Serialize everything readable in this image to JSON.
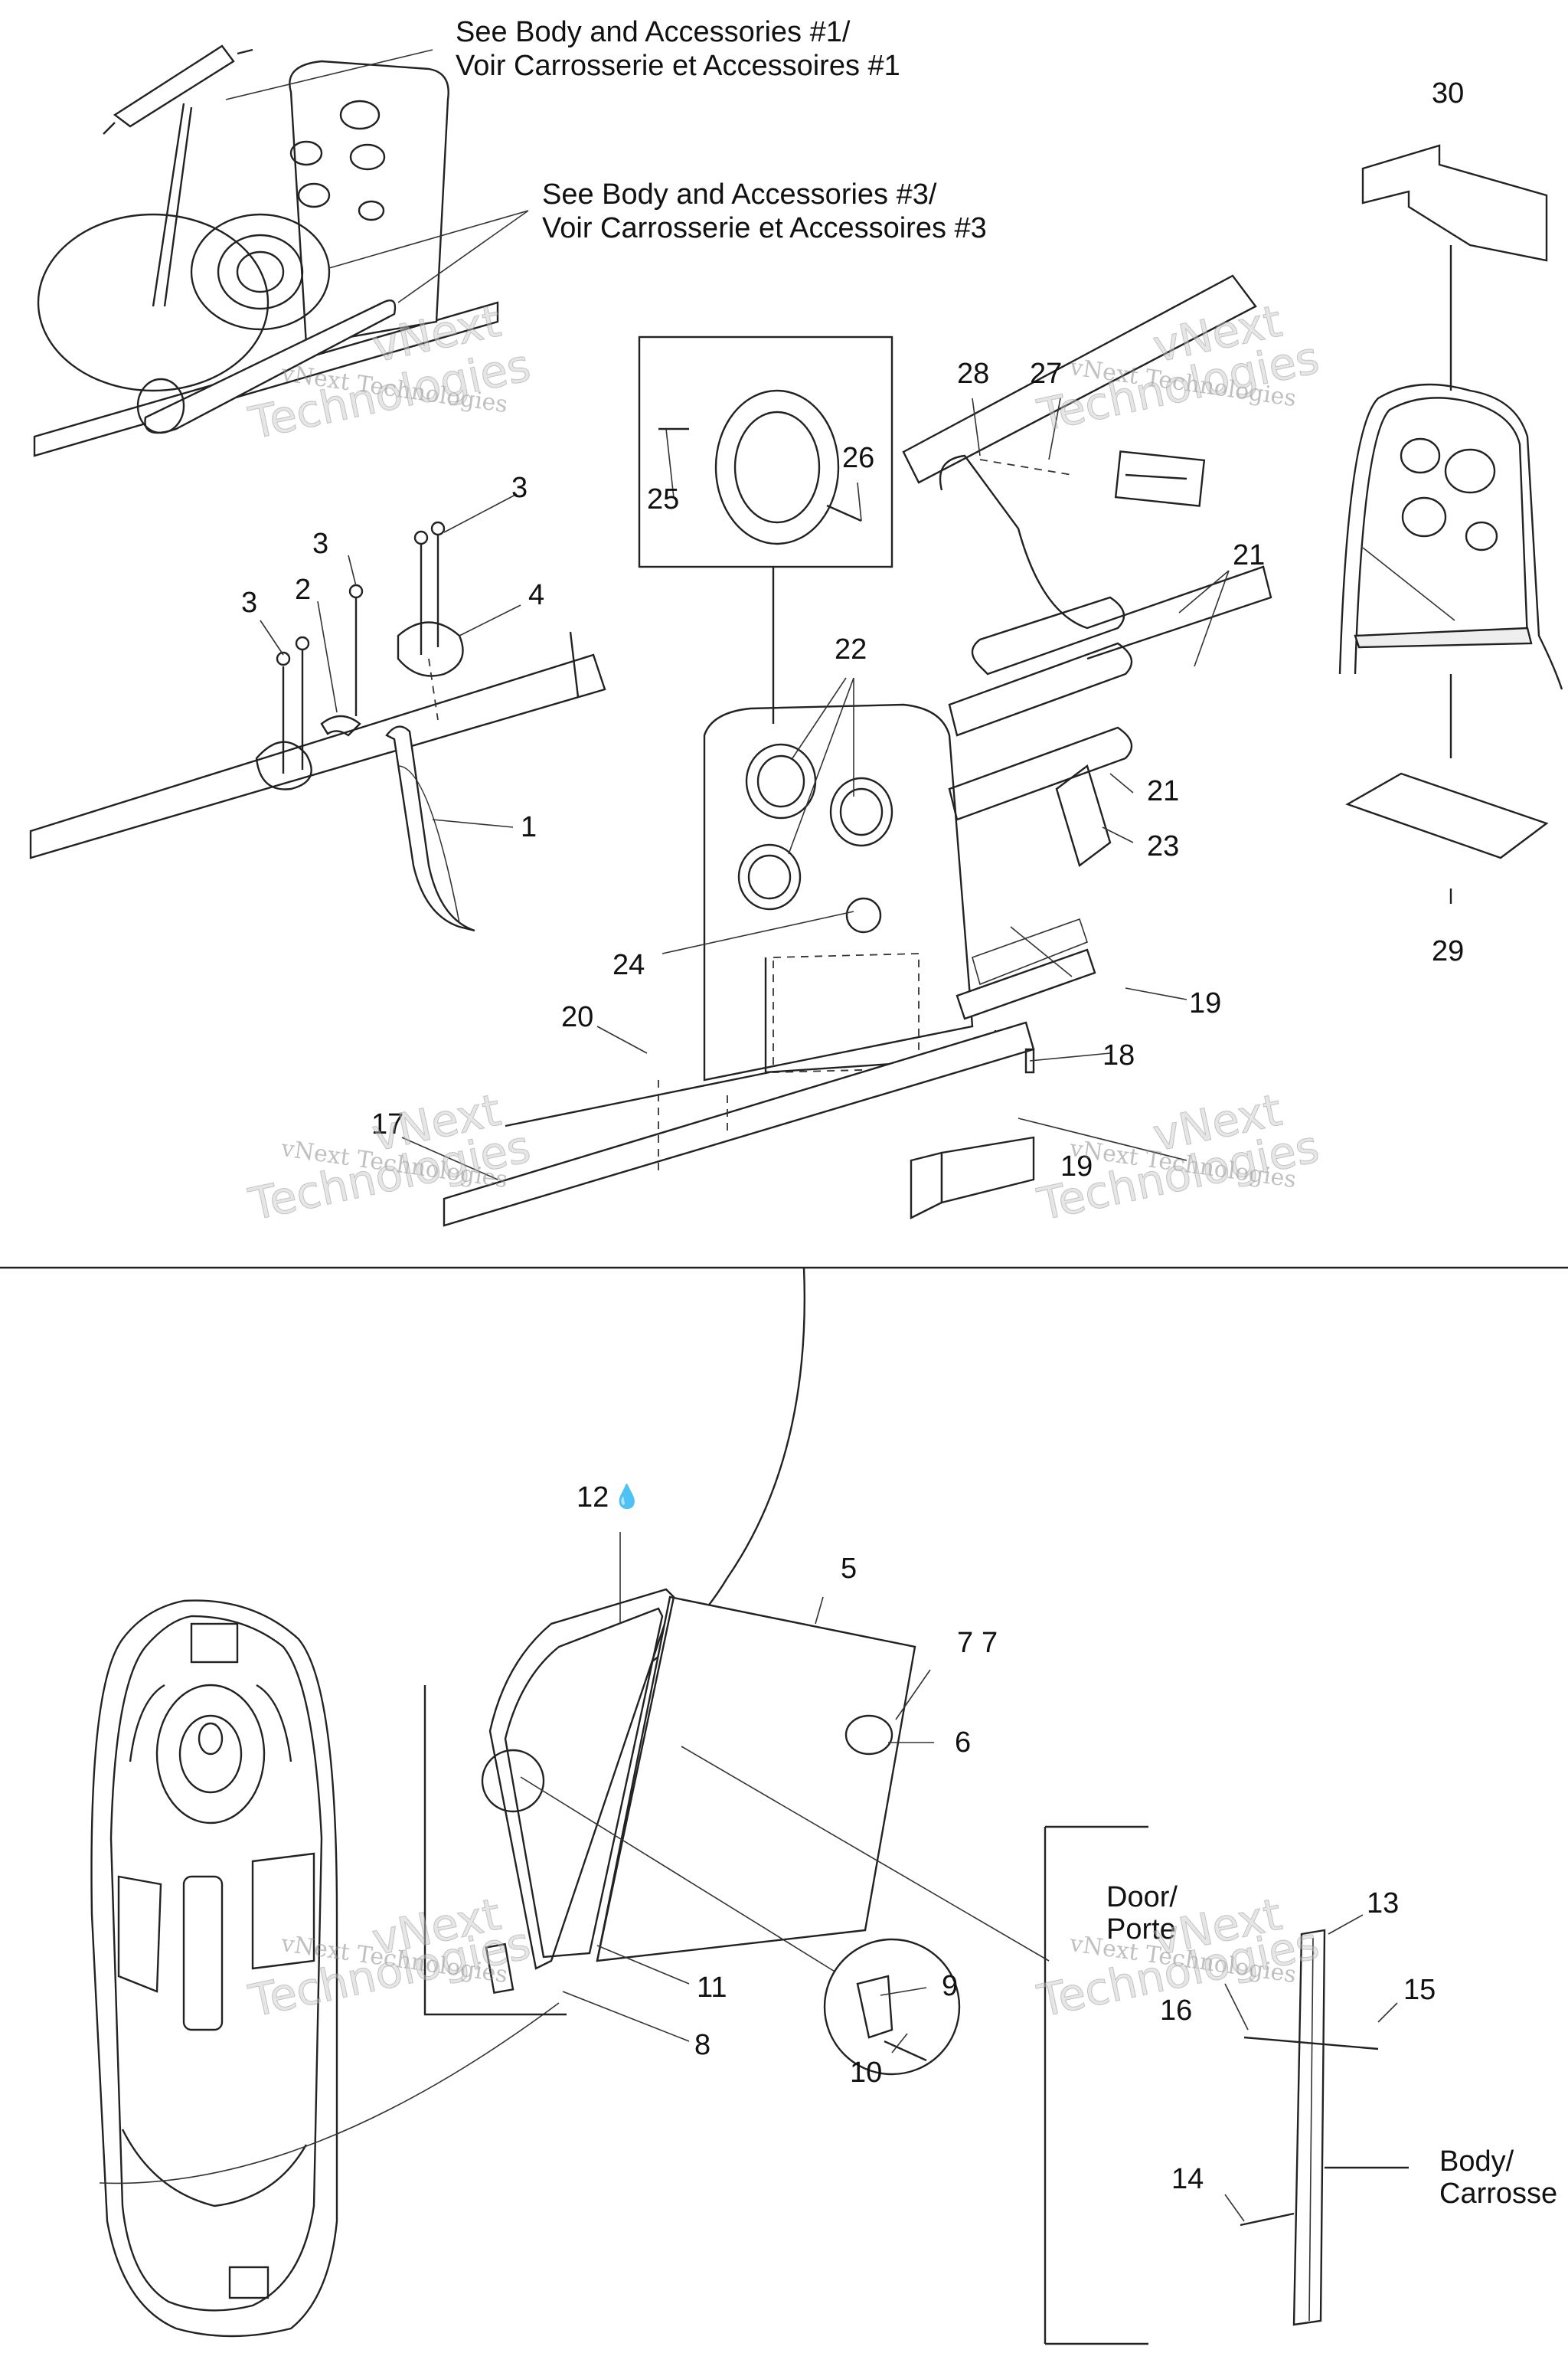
{
  "notes": {
    "body1_en": "See Body and Accessories #1/",
    "body1_fr": "Voir Carrosserie et Accessoires #1",
    "body3_en": "See Body and Accessories #3/",
    "body3_fr": "Voir Carrosserie et Accessoires #3",
    "door_en": "Door/",
    "door_fr": "Porte",
    "body_en": "Body/",
    "body_fr": "Carrosse"
  },
  "callouts": {
    "p1": "1",
    "p2": "2",
    "p3a": "3",
    "p3b": "3",
    "p3c": "3",
    "p4": "4",
    "p5": "5",
    "p6": "6",
    "p7": "7",
    "p8": "8",
    "p9": "9",
    "p10": "10",
    "p11": "11",
    "p12": "12",
    "p13": "13",
    "p14": "14",
    "p15": "15",
    "p16": "16",
    "p17": "17",
    "p18": "18",
    "p19a": "19",
    "p19b": "19",
    "p20": "20",
    "p21a": "21",
    "p21b": "21",
    "p22": "22",
    "p23": "23",
    "p24": "24",
    "p25": "25",
    "p26": "26",
    "p27": "27",
    "p28": "28",
    "p29": "29",
    "p30": "30"
  },
  "watermark": {
    "line1": "vNext Technologies",
    "line2a": "vNext",
    "line2b": "Technologies"
  },
  "colors": {
    "ink": "#222222",
    "watermark": "#8c8c8c"
  }
}
